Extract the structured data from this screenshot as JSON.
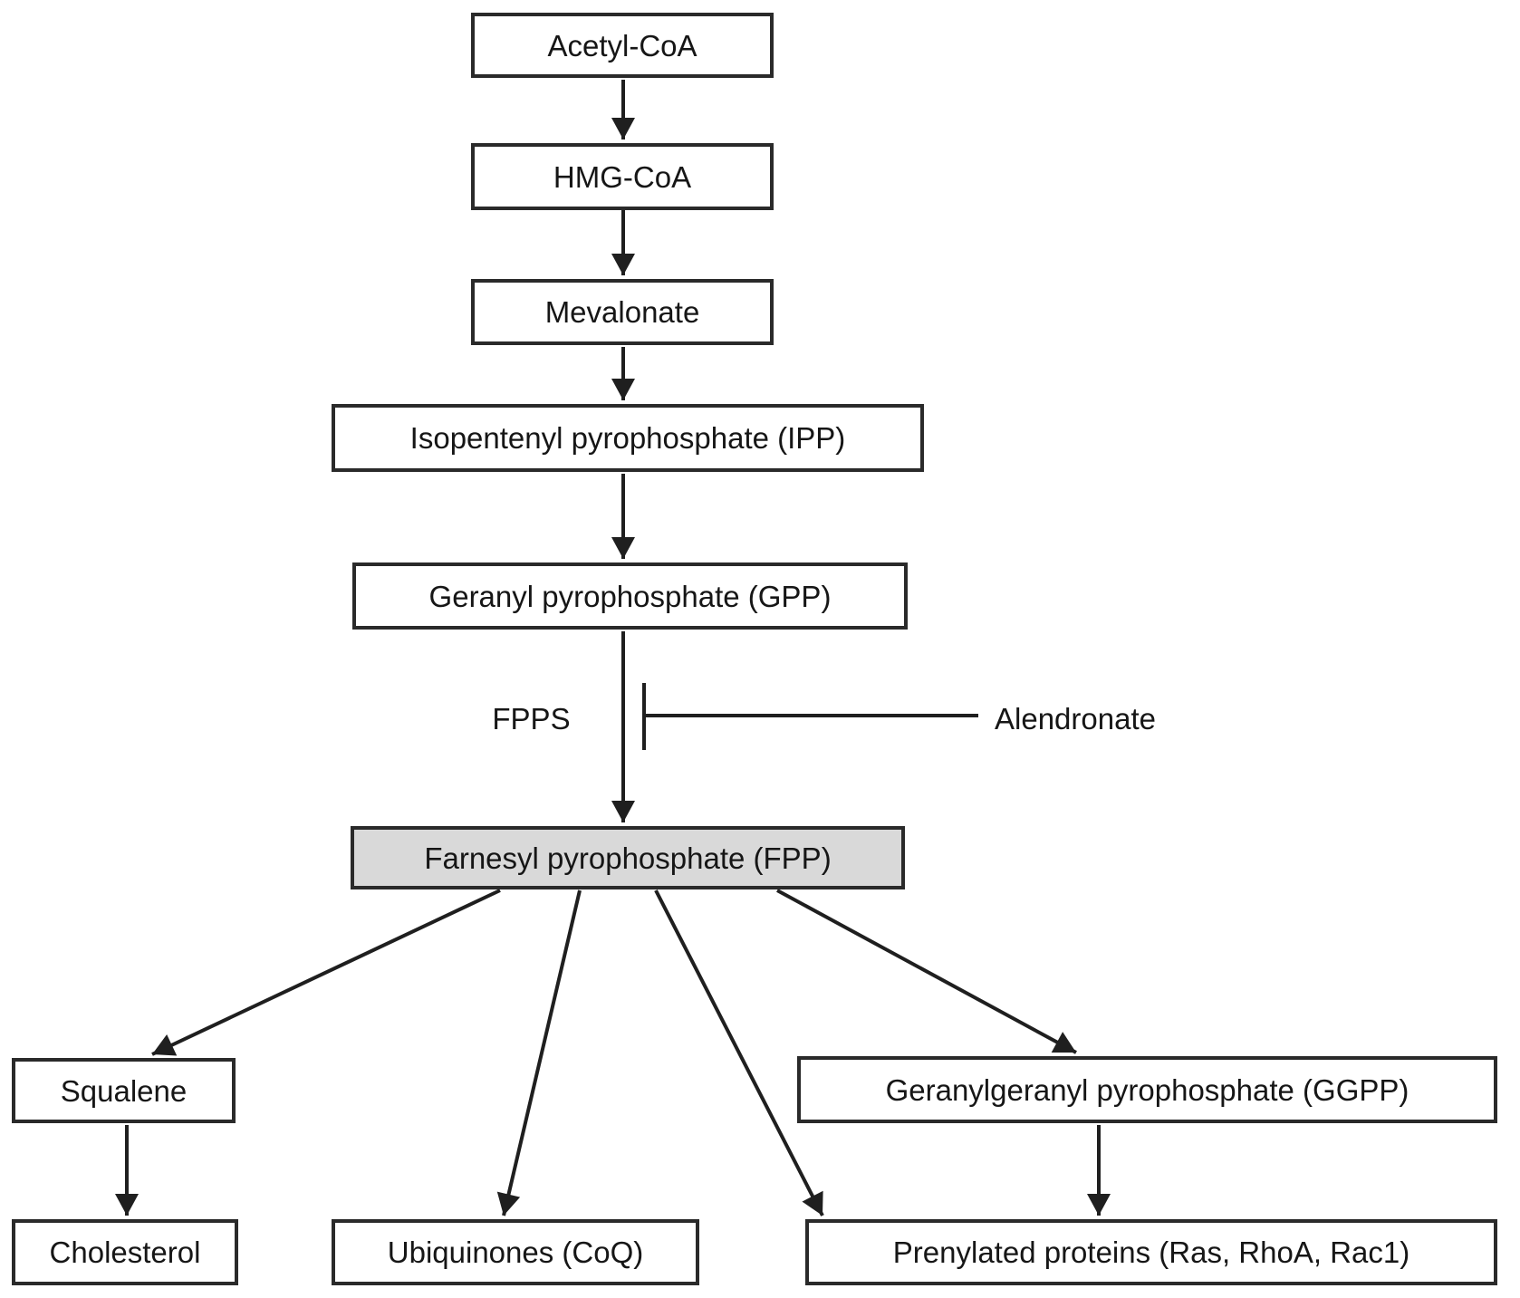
{
  "nodes": {
    "acetyl_coa": {
      "label": "Acetyl-CoA"
    },
    "hmg_coa": {
      "label": "HMG-CoA"
    },
    "mevalonate": {
      "label": "Mevalonate"
    },
    "ipp": {
      "label": "Isopentenyl pyrophosphate (IPP)"
    },
    "gpp": {
      "label": "Geranyl pyrophosphate (GPP)"
    },
    "fpp": {
      "label": "Farnesyl pyrophosphate (FPP)",
      "highlighted": true
    },
    "squalene": {
      "label": "Squalene"
    },
    "ggpp": {
      "label": "Geranylgeranyl pyrophosphate (GGPP)"
    },
    "cholesterol": {
      "label": "Cholesterol"
    },
    "ubiquinones": {
      "label": "Ubiquinones (CoQ)"
    },
    "prenylated_proteins": {
      "label": "Prenylated proteins (Ras, RhoA, Rac1)"
    }
  },
  "labels": {
    "enzyme": "FPPS",
    "inhibitor": "Alendronate"
  },
  "edges": [
    {
      "from": "acetyl_coa",
      "to": "hmg_coa",
      "type": "arrow"
    },
    {
      "from": "hmg_coa",
      "to": "mevalonate",
      "type": "arrow"
    },
    {
      "from": "mevalonate",
      "to": "ipp",
      "type": "arrow"
    },
    {
      "from": "ipp",
      "to": "gpp",
      "type": "arrow"
    },
    {
      "from": "gpp",
      "to": "fpp",
      "type": "arrow",
      "enzyme": "FPPS",
      "inhibited_by": "Alendronate"
    },
    {
      "from": "fpp",
      "to": "squalene",
      "type": "arrow"
    },
    {
      "from": "fpp",
      "to": "ubiquinones",
      "type": "arrow"
    },
    {
      "from": "fpp",
      "to": "prenylated_proteins",
      "type": "arrow"
    },
    {
      "from": "fpp",
      "to": "ggpp",
      "type": "arrow"
    },
    {
      "from": "squalene",
      "to": "cholesterol",
      "type": "arrow"
    },
    {
      "from": "ggpp",
      "to": "prenylated_proteins",
      "type": "arrow"
    },
    {
      "from": "alendronate",
      "to": "gpp_to_fpp_step",
      "type": "inhibition"
    }
  ],
  "colors": {
    "background": "#ffffff",
    "line": "#1f1f1f",
    "box_border": "#2a2a2a",
    "box_fill": "#ffffff",
    "highlight_fill": "#d9d9d9",
    "text": "#161616"
  }
}
